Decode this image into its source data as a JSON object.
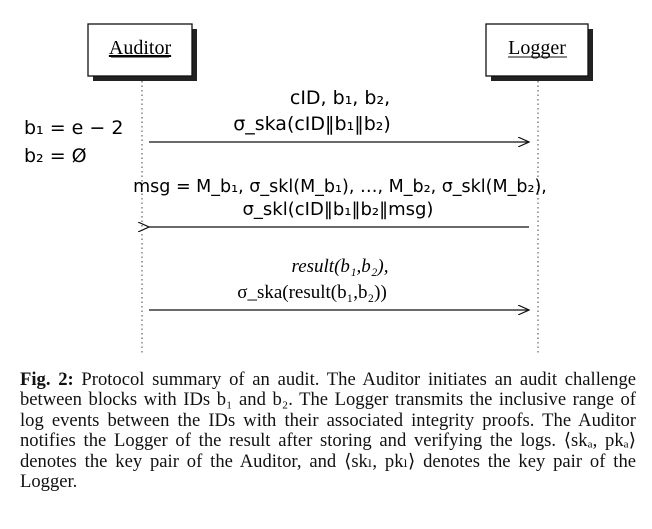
{
  "diagram": {
    "participants": {
      "left": "Auditor",
      "right": "Logger"
    },
    "notes": {
      "b1": "b₁ = e − 2",
      "b2": "b₂ = Ø"
    },
    "messages": [
      {
        "direction": "right",
        "line1": "cID, b₁, b₂,",
        "line2": "σ_ska(cID‖b₁‖b₂)"
      },
      {
        "direction": "left",
        "line1": "msg = M_b₁, σ_skl(M_b₁), …, M_b₂, σ_skl(M_b₂),",
        "line2": "σ_skl(cID‖b₁‖b₂‖msg)"
      },
      {
        "direction": "right",
        "line1": "result(b₁,b₂),",
        "line2": "σ_ska(result(b₁,b₂))"
      }
    ]
  },
  "caption": {
    "label": "Fig. 2:",
    "text": "Protocol summary of an audit. The Auditor initiates an audit challenge between blocks with IDs b₁ and b₂. The Logger transmits the inclusive range of log events between the IDs with their associated integrity proofs. The Auditor notifies the Logger of the result after storing and verifying the logs. ⟨skₐ, pkₐ⟩ denotes the key pair of the Auditor, and ⟨skₗ, pkₗ⟩ denotes the key pair of the Logger."
  }
}
